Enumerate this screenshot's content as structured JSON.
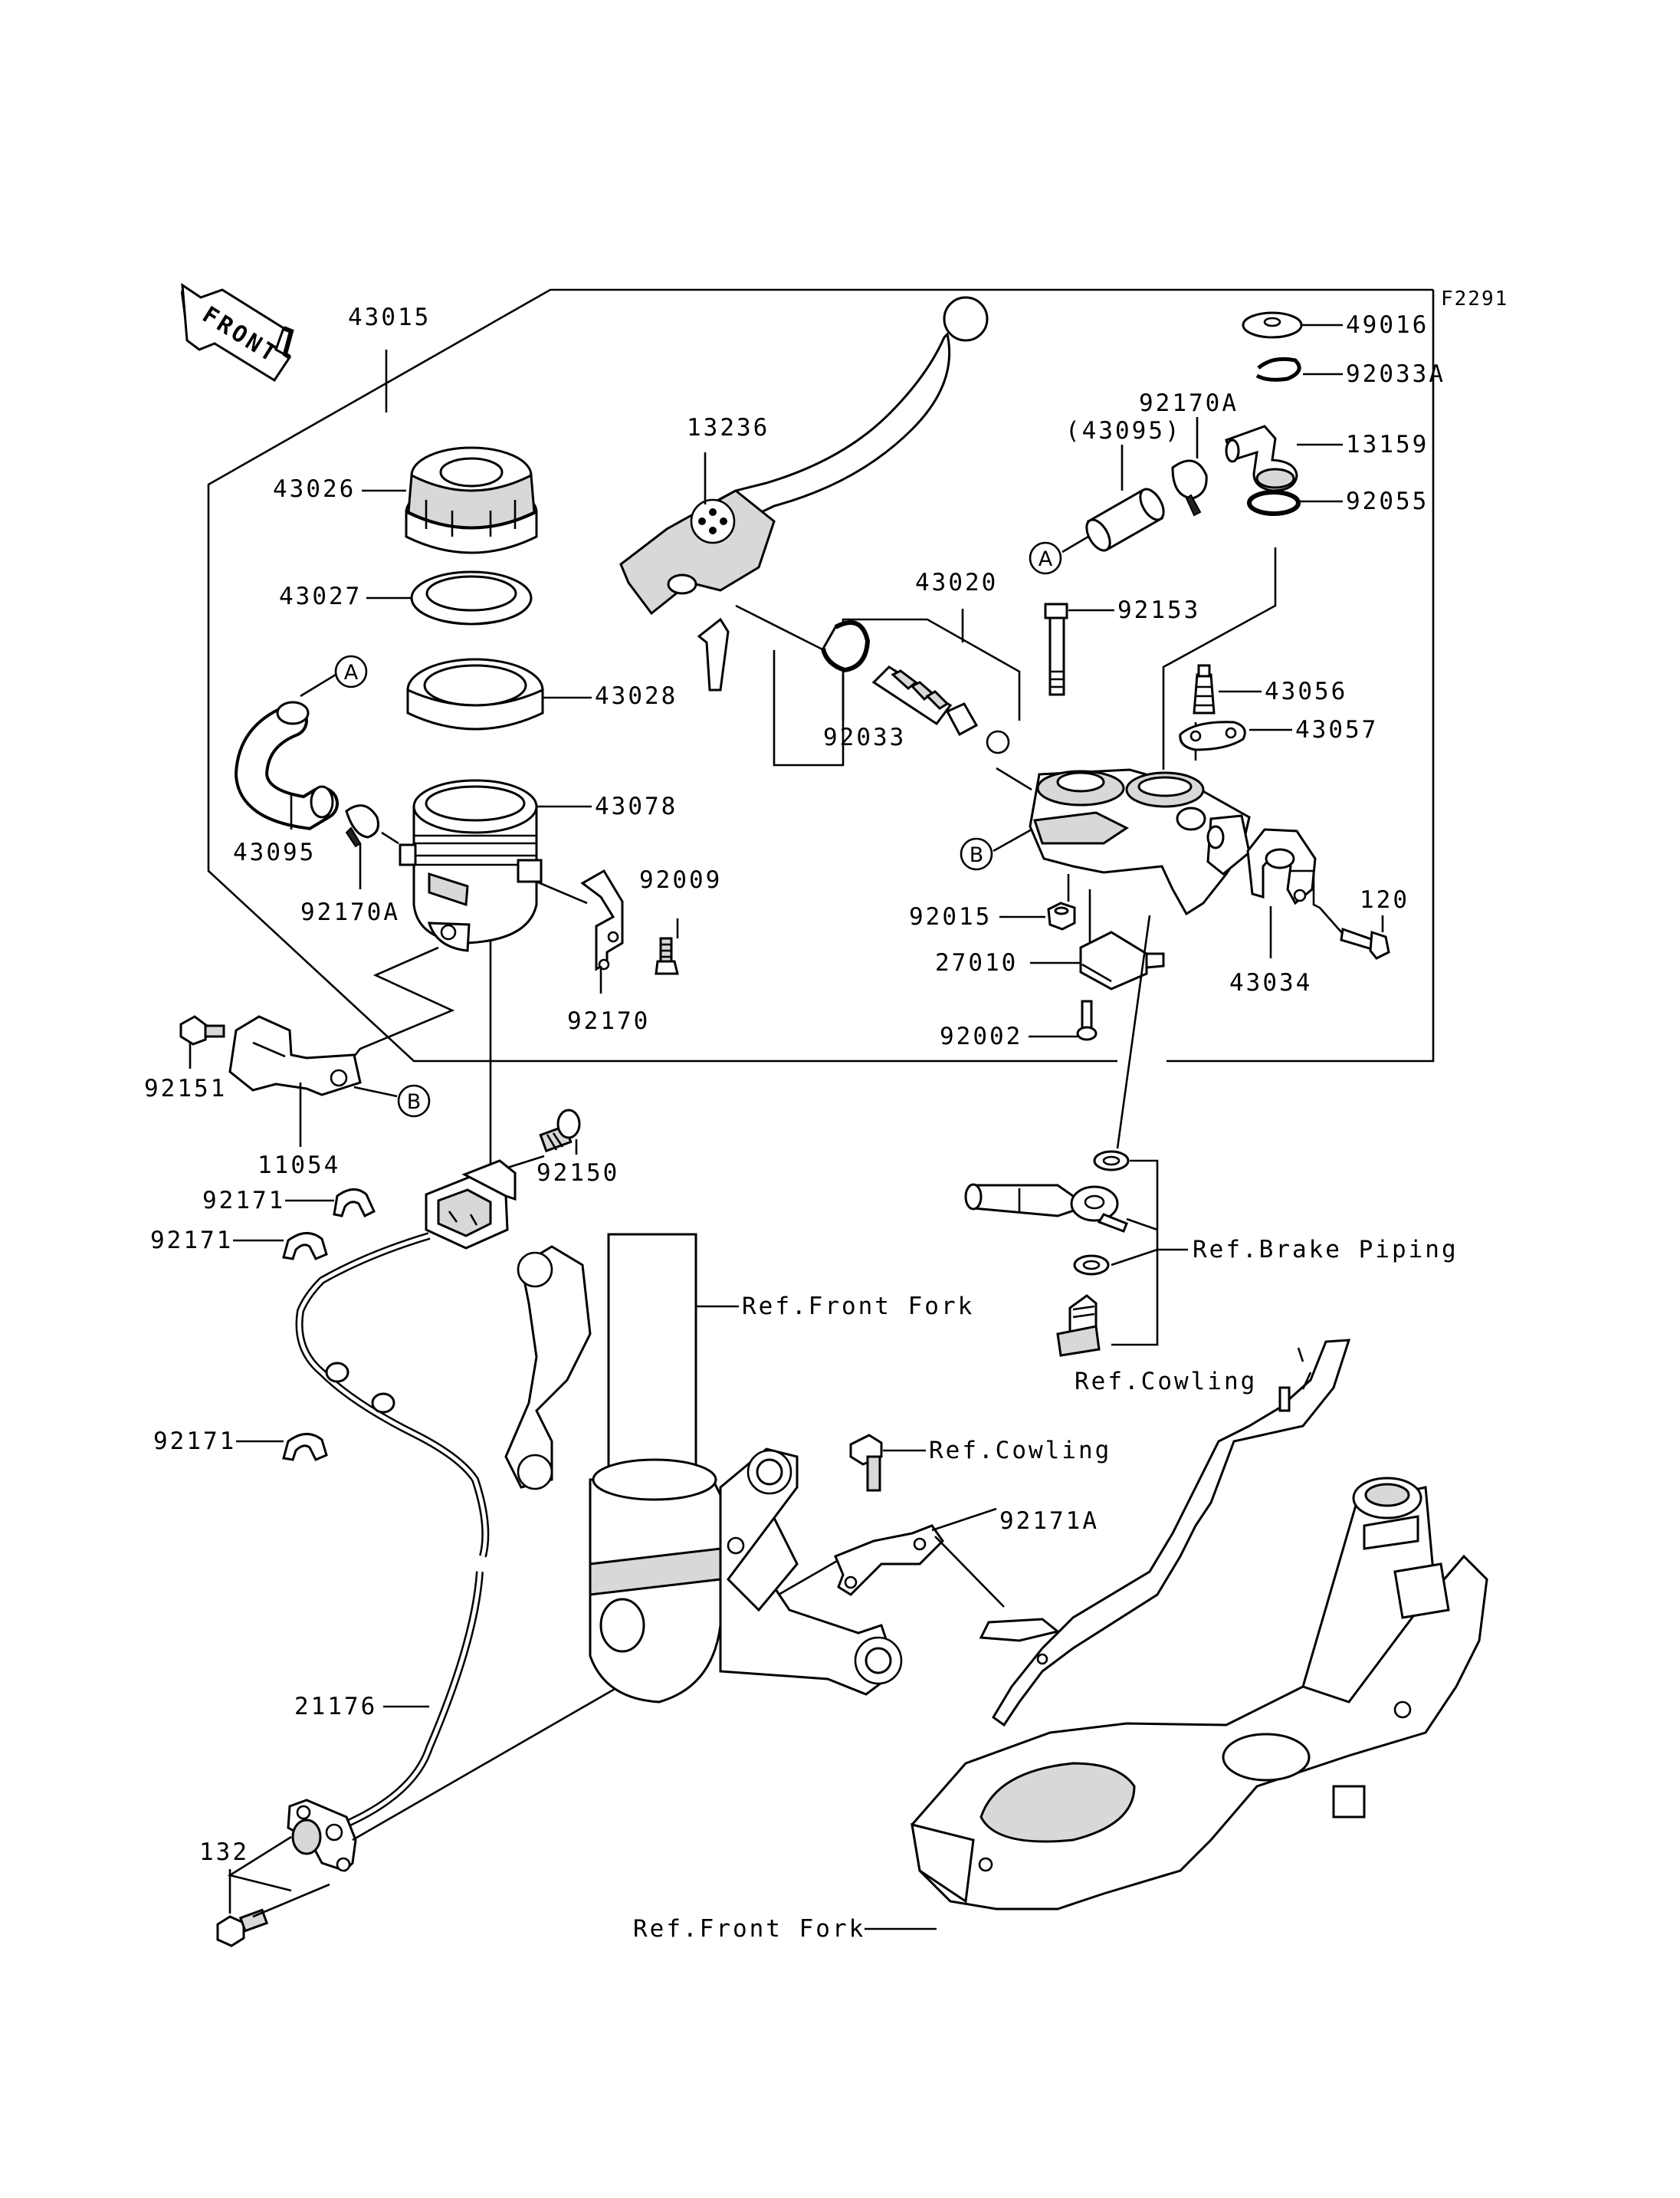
{
  "figure_code": "F2291",
  "front_arrow": "FRONT",
  "callout_a": "A",
  "callout_b": "B",
  "labels": {
    "p43015": "43015",
    "p43026": "43026",
    "p43027": "43027",
    "p43028": "43028",
    "p43078": "43078",
    "p43095": "43095",
    "p43095_ref": "(43095)",
    "p92170A_left": "92170A",
    "p92170A_top": "92170A",
    "p92009": "92009",
    "p92170": "92170",
    "p13236": "13236",
    "p43020": "43020",
    "p92033": "92033",
    "p92153": "92153",
    "p43056": "43056",
    "p43057": "43057",
    "p49016": "49016",
    "p92033A": "92033A",
    "p13159": "13159",
    "p92055": "92055",
    "p92015": "92015",
    "p27010": "27010",
    "p92002": "92002",
    "p43034": "43034",
    "p120": "120",
    "p92151": "92151",
    "p11054": "11054",
    "p92150": "92150",
    "p92171_a": "92171",
    "p92171_b": "92171",
    "p92171_c": "92171",
    "p92171A": "92171A",
    "p21176": "21176",
    "p132": "132",
    "ref_front_fork_top": "Ref.Front Fork",
    "ref_front_fork_bottom": "Ref.Front Fork",
    "ref_brake_piping": "Ref.Brake Piping",
    "ref_cowling_top": "Ref.Cowling",
    "ref_cowling_mid": "Ref.Cowling"
  }
}
